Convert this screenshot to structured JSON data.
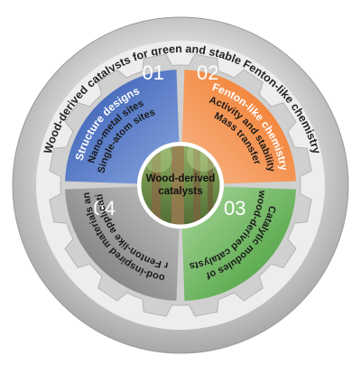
{
  "title": "Wood-derived catalysts for green and stable Fenton-like chemistry",
  "center": {
    "line1": "Wood-derived",
    "line2": "catalysts"
  },
  "colors": {
    "q1": "#4a73c4",
    "q2": "#f07c3a",
    "q3": "#62b04e",
    "q4": "#9b9b9b",
    "gear": "#d2d2d2",
    "outer": "#bdbdbd"
  },
  "quadrants": [
    {
      "number": "01",
      "lines": [
        "Structure designs",
        "Nano-metal sites",
        "Single-atom sites"
      ]
    },
    {
      "number": "02",
      "lines": [
        "Fenton-like chemistry",
        "Activity and stability",
        "Mass transfer"
      ]
    },
    {
      "number": "03",
      "lines": [
        "Catalytic modules of",
        "wood-derived catalysts"
      ]
    },
    {
      "number": "04",
      "lines": [
        "Wood-inspired materials and",
        "their Fenton-like applications"
      ]
    }
  ]
}
